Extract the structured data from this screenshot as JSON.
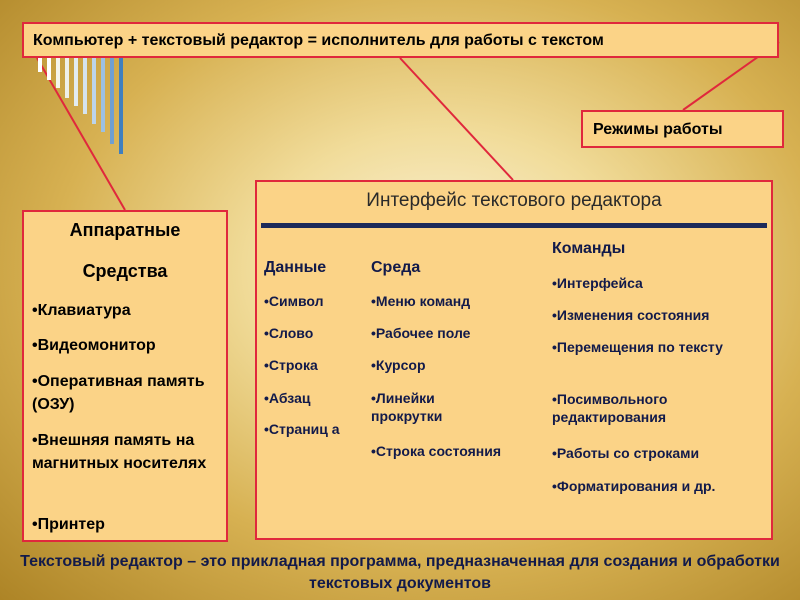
{
  "header": {
    "text": "Компьютер + текстовый редактор = исполнитель для работы с текстом"
  },
  "modes": {
    "label": "Режимы работы"
  },
  "hardware": {
    "title_line1": "Аппаратные",
    "title_line2": "Средства",
    "items": [
      "•Клавиатура",
      "•Видеомонитор",
      "•Оперативная память (ОЗУ)",
      "•Внешняя память на магнитных носителях",
      "•Принтер"
    ]
  },
  "interface": {
    "title": "Интерфейс текстового редактора",
    "data_col": {
      "header": "Данные",
      "items": [
        "•Символ",
        "•Слово",
        "•Строка",
        "•Абзац",
        "•Страниц а"
      ]
    },
    "env_col": {
      "header": "Среда",
      "items": [
        "•Меню команд",
        "•Рабочее поле",
        "•Курсор",
        "•Линейки прокрутки",
        "•Строка состояния"
      ]
    },
    "cmd_col": {
      "header": "Команды",
      "items": [
        "•Интерфейса",
        "•Изменения состояния",
        "•Перемещения по тексту",
        "•Посимвольного редактирования",
        "•Работы со строками",
        "•Форматирования и др."
      ]
    }
  },
  "caption": {
    "text": "Текстовый редактор – это прикладная программа, предназначенная для создания и обработки текстовых документов"
  },
  "colors": {
    "box_fill": "#fbd387",
    "box_border": "#e0283c",
    "rule": "#1c2a5a",
    "text_dark": "#121a4a"
  }
}
